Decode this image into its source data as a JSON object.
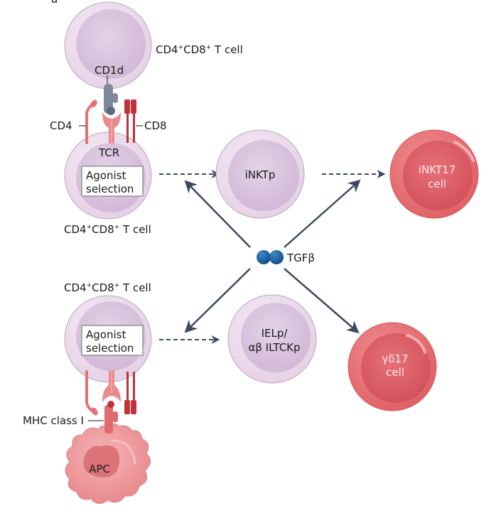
{
  "figure_label": "a",
  "colors": {
    "t_cell_outer": "#ecdcec",
    "t_cell_inner": "#d9c3de",
    "t_cell_stroke": "#b89ac0",
    "effector_outer": "#e8767a",
    "effector_inner": "#d95b61",
    "apc_fill": "#ef9da0",
    "apc_nucleus": "#dc7378",
    "cd4_color": "#e27277",
    "cd8_color": "#c0333c",
    "tcr_color": "#ea8a8c",
    "cd1d_color": "#7e8a9c",
    "tgfb_color": "#1c5d9a",
    "arrow_color": "#3c4a5e"
  },
  "top_group": {
    "upper_cell_label": {
      "main1": "CD4",
      "sup1": "+",
      "main2": "CD8",
      "sup2": "+",
      "rest": " T cell"
    },
    "cd1d_label": "CD1d",
    "cd4_label": "CD4",
    "cd8_label": "CD8",
    "tcr_label": "TCR",
    "box_line1": "Agonist",
    "box_line2": "selection",
    "lower_cell_label": {
      "main1": "CD4",
      "sup1": "+",
      "main2": "CD8",
      "sup2": "+",
      "rest": " T cell"
    }
  },
  "bottom_group": {
    "cell_label": {
      "main1": "CD4",
      "sup1": "+",
      "main2": "CD8",
      "sup2": "+",
      "rest": " T cell"
    },
    "box_line1": "Agonist",
    "box_line2": "selection",
    "mhc_label": "MHC class I",
    "apc_label": "APC"
  },
  "center": {
    "tgfb_label": "TGFβ"
  },
  "cells": {
    "inktp": "iNKTp",
    "inkt17_line1": "iNKT17",
    "inkt17_line2": "cell",
    "ielp_line1": "IELp/",
    "ielp_line2": "αβ ILTCKp",
    "gd17_line1": "γδ17",
    "gd17_line2": "cell"
  }
}
